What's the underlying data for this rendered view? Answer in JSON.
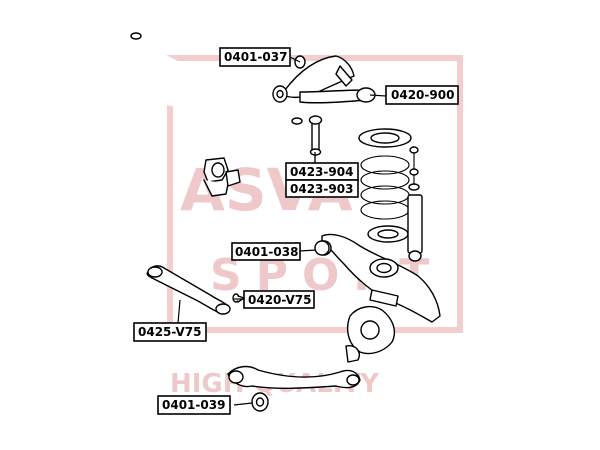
{
  "watermark": {
    "brand": "ASVA",
    "subtitle": "SPORT",
    "tagline": "HIGH QUALITY",
    "color": "#e5a6a6"
  },
  "callouts": [
    {
      "id": "c1",
      "label": "0401-037"
    },
    {
      "id": "c2",
      "label": "0420-900"
    },
    {
      "id": "c3",
      "label": "0423-904"
    },
    {
      "id": "c4",
      "label": "0423-903"
    },
    {
      "id": "c5",
      "label": "0401-038"
    },
    {
      "id": "c6",
      "label": "0420-V75"
    },
    {
      "id": "c7",
      "label": "0425-V75"
    },
    {
      "id": "c8",
      "label": "0401-039"
    }
  ]
}
